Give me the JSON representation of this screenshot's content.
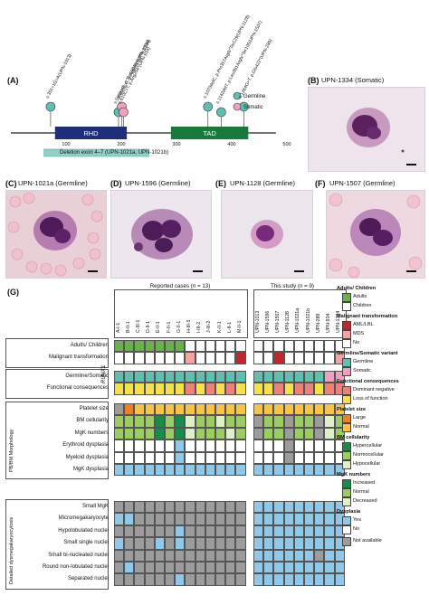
{
  "panels": {
    "A": "(A)",
    "B": "(B)",
    "C": "(C)",
    "D": "(D)",
    "E": "(E)",
    "F": "(F)",
    "G": "(G)"
  },
  "photo_titles": {
    "B": "UPN-1334 (Somatic)",
    "C": "UPN-1021a (Germline)",
    "D": "UPN-1596 (Germline)",
    "E": "UPN-1128 (Germline)",
    "F": "UPN-1507 (Germline)"
  },
  "domain_map": {
    "rhd_label": "RHD",
    "tad_label": "TAD",
    "axis_ticks": [
      100,
      200,
      300,
      400,
      500
    ],
    "deletion_label": "Deletion exon 4–7 (UPN-1021a, UPN-1021b)",
    "legend": [
      {
        "label": "Germline",
        "color": "#5fbfb0"
      },
      {
        "label": "Somatic",
        "color": "#f0a0bf"
      }
    ],
    "mutations": [
      {
        "text": "c.351+1G>A(UPN-1013)",
        "pos": 72,
        "type": "germline"
      },
      {
        "text": "c.586A>G, p.Thr196Ala(UPN-1596)",
        "pos": 195,
        "type": "germline"
      },
      {
        "text": "c.601C>T, p.Arg201*(UPN-1334)",
        "pos": 201,
        "type": "somatic"
      },
      {
        "text": "c.610C>T, p.Arg204*(UPN-934)",
        "pos": 204,
        "type": "somatic"
      },
      {
        "text": "c.1070delC, p.Pro357Argfs*Ter129(UPN-1128)",
        "pos": 357,
        "type": "germline"
      },
      {
        "text": "c.1142delT, p.Leu381Argfs*Ter105(UPN-1507)",
        "pos": 381,
        "type": "germline"
      },
      {
        "text": "c.1264G>T, p.Glu422*(UPN-289)",
        "pos": 422,
        "type": "germline"
      }
    ]
  },
  "heatmap": {
    "reported_header": "Reported cases (n = 13)",
    "study_header": "This study (n = 9)",
    "reported_cols": [
      "A-I-1",
      "B-II-1",
      "C-III-1",
      "D-II-1",
      "E-II-1",
      "F-II-1",
      "G-II-1",
      "H-III-3",
      "I-III-2",
      "J-III-2",
      "K-II-1",
      "L-II-1",
      "M-II-1"
    ],
    "study_cols": [
      "UPN-1013",
      "UPN-1596",
      "UPN-1507",
      "UPN-1128",
      "UPN-1021a",
      "UPN-1021b",
      "UPN-289",
      "UPN-934",
      "UPN-1334"
    ],
    "group_runx1": "RUNX1",
    "group_pbbm": "PB/BM Morphology",
    "group_dys": "Detailed dysmegakaryocytosis",
    "rows": [
      {
        "label": "Adults/ Children",
        "group": 1,
        "reported": [
          "AD",
          "AD",
          "AD",
          "AD",
          "AD",
          "AD",
          "AD",
          "CH",
          "CH",
          "CH",
          "CH",
          "CH",
          "CH"
        ],
        "study": [
          "CH",
          "CH",
          "CH",
          "CH",
          "CH",
          "CH",
          "CH",
          "CH",
          "CH"
        ]
      },
      {
        "label": "Malignant transformation",
        "group": 1,
        "reported": [
          "NO",
          "NO",
          "NO",
          "NO",
          "NO",
          "NO",
          "NO",
          "MD",
          "NO",
          "NO",
          "NO",
          "NO",
          "AM"
        ],
        "study": [
          "NO",
          "NO",
          "AM",
          "NO",
          "NO",
          "NO",
          "NO",
          "NO",
          "MD"
        ]
      },
      {
        "label": "Germline/Somatic",
        "group": 2,
        "reported": [
          "GL",
          "GL",
          "GL",
          "GL",
          "GL",
          "GL",
          "GL",
          "GL",
          "GL",
          "GL",
          "GL",
          "GL",
          "GL"
        ],
        "study": [
          "GL",
          "GL",
          "GL",
          "GL",
          "GL",
          "GL",
          "GL",
          "SO",
          "SO"
        ]
      },
      {
        "label": "Functional consequences",
        "group": 2,
        "reported": [
          "LF",
          "LF",
          "LF",
          "LF",
          "LF",
          "LF",
          "LF",
          "DN",
          "LF",
          "DN",
          "LF",
          "DN",
          "LF"
        ],
        "study": [
          "LF",
          "LF",
          "DN",
          "LF",
          "DN",
          "DN",
          "LF",
          "DN",
          "DN"
        ]
      },
      {
        "label": "Platelet size",
        "group": 3,
        "reported": [
          "NA",
          "LG",
          "NM",
          "NM",
          "NM",
          "NM",
          "NM",
          "NM",
          "NM",
          "NM",
          "NM",
          "NM",
          "NM"
        ],
        "study": [
          "NM",
          "NM",
          "NM",
          "NM",
          "NM",
          "NM",
          "NM",
          "NM",
          "NM"
        ]
      },
      {
        "label": "BM cellularity",
        "group": 3,
        "reported": [
          "NR",
          "NR",
          "NR",
          "NR",
          "HY",
          "NR",
          "HY",
          "HO",
          "NR",
          "NR",
          "HO",
          "NR",
          "NR"
        ],
        "study": [
          "NA",
          "NR",
          "NR",
          "NA",
          "NR",
          "NR",
          "NA",
          "HO",
          "NR"
        ]
      },
      {
        "label": "MgK numbers",
        "group": 3,
        "reported": [
          "NR",
          "NR",
          "NR",
          "NR",
          "IN",
          "NR",
          "IN",
          "DE",
          "NR",
          "NR",
          "NR",
          "DE",
          "NR"
        ],
        "study": [
          "NA",
          "NR",
          "NR",
          "NA",
          "NR",
          "NR",
          "NA",
          "DE",
          "NR"
        ]
      },
      {
        "label": "Erythroid dysplasia",
        "group": 3,
        "reported": [
          "NO",
          "NO",
          "NO",
          "NO",
          "NO",
          "NO",
          "YE",
          "NO",
          "NO",
          "NO",
          "NO",
          "NO",
          "NO"
        ],
        "study": [
          "NO",
          "NO",
          "NO",
          "NA",
          "NO",
          "NO",
          "NO",
          "NO",
          "NO"
        ]
      },
      {
        "label": "Myeloid dysplasia",
        "group": 3,
        "reported": [
          "NO",
          "NO",
          "NO",
          "NO",
          "NO",
          "NO",
          "YE",
          "NO",
          "NO",
          "NO",
          "NO",
          "NO",
          "NO"
        ],
        "study": [
          "NO",
          "NO",
          "NO",
          "NA",
          "NO",
          "NO",
          "NO",
          "NO",
          "NO"
        ]
      },
      {
        "label": "MgK dysplasia",
        "group": 3,
        "reported": [
          "YE",
          "YE",
          "YE",
          "YE",
          "YE",
          "YE",
          "YE",
          "YE",
          "YE",
          "YE",
          "YE",
          "YE",
          "YE"
        ],
        "study": [
          "YE",
          "YE",
          "YE",
          "YE",
          "YE",
          "YE",
          "YE",
          "YE",
          "YE"
        ]
      },
      {
        "label": "Small MgK",
        "group": 4,
        "reported": [
          "NA",
          "NA",
          "NA",
          "NA",
          "NA",
          "NA",
          "NA",
          "NA",
          "NA",
          "NA",
          "NA",
          "NA",
          "NA"
        ],
        "study": [
          "YE",
          "YE",
          "YE",
          "YE",
          "YE",
          "YE",
          "YE",
          "YE",
          "YE"
        ]
      },
      {
        "label": "Micromegakaryocyte",
        "group": 4,
        "reported": [
          "YE",
          "YE",
          "NA",
          "NA",
          "NA",
          "NA",
          "NA",
          "NA",
          "NA",
          "NA",
          "NA",
          "NA",
          "NA"
        ],
        "study": [
          "YE",
          "YE",
          "YE",
          "YE",
          "YE",
          "YE",
          "YE",
          "YE",
          "YE"
        ]
      },
      {
        "label": "Hypolobulated nuclei",
        "group": 4,
        "reported": [
          "NA",
          "NA",
          "NA",
          "NA",
          "NA",
          "NA",
          "YE",
          "NA",
          "NA",
          "NA",
          "NA",
          "NA",
          "NA"
        ],
        "study": [
          "YE",
          "YE",
          "YE",
          "YE",
          "YE",
          "YE",
          "YE",
          "YE",
          "YE"
        ]
      },
      {
        "label": "Small single nuclei",
        "group": 4,
        "reported": [
          "YE",
          "NA",
          "NA",
          "NA",
          "YE",
          "NA",
          "YE",
          "NA",
          "NA",
          "NA",
          "NA",
          "NA",
          "NA"
        ],
        "study": [
          "YE",
          "YE",
          "YE",
          "YE",
          "YE",
          "YE",
          "YE",
          "YE",
          "YE"
        ]
      },
      {
        "label": "Small bi-nucleated nuclei",
        "group": 4,
        "reported": [
          "NA",
          "NA",
          "NA",
          "NA",
          "NA",
          "NA",
          "NA",
          "NA",
          "NA",
          "NA",
          "NA",
          "NA",
          "NA"
        ],
        "study": [
          "YE",
          "YE",
          "YE",
          "YE",
          "YE",
          "YE",
          "NA",
          "YE",
          "YE"
        ]
      },
      {
        "label": "Round non-lobulated nuclei",
        "group": 4,
        "reported": [
          "NA",
          "YE",
          "NA",
          "NA",
          "NA",
          "NA",
          "NA",
          "NA",
          "NA",
          "NA",
          "NA",
          "NA",
          "NA"
        ],
        "study": [
          "YE",
          "YE",
          "YE",
          "YE",
          "YE",
          "YE",
          "YE",
          "YE",
          "YE"
        ]
      },
      {
        "label": "Separated nuclei",
        "group": 4,
        "reported": [
          "NA",
          "NA",
          "NA",
          "NA",
          "NA",
          "NA",
          "YE",
          "NA",
          "NA",
          "NA",
          "NA",
          "NA",
          "NA"
        ],
        "study": [
          "YE",
          "YE",
          "YE",
          "YE",
          "YE",
          "YE",
          "YE",
          "YE",
          "YE"
        ]
      }
    ],
    "codes": {
      "AD": "#6ab04c",
      "CH": "#ffffff",
      "AM": "#c0272d",
      "MD": "#f4a3a0",
      "NO": "#ffffff",
      "GL": "#5fbfb0",
      "SO": "#f0a0bf",
      "DN": "#f0817a",
      "LF": "#f7e14b",
      "LG": "#f07f22",
      "NM": "#f9c443",
      "HY": "#198c4a",
      "NR": "#9bcd62",
      "HO": "#dff0c8",
      "IN": "#198c4a",
      "DE": "#dff0c8",
      "YE": "#8fc8e8",
      "NA": "#9c9c9c"
    }
  },
  "legend": {
    "groups": [
      {
        "title": "Adults/ Children",
        "items": [
          {
            "label": "Adults",
            "color": "#6ab04c"
          },
          {
            "label": "Children",
            "color": "#ffffff"
          }
        ]
      },
      {
        "title": "Malignant transformation",
        "items": [
          {
            "label": "AML/LBL",
            "color": "#c0272d"
          },
          {
            "label": "MDS",
            "color": "#f4a3a0"
          },
          {
            "label": "No",
            "color": "#ffffff"
          }
        ]
      },
      {
        "title": "Germline/Somatic variant",
        "items": [
          {
            "label": "Germline",
            "color": "#5fbfb0"
          },
          {
            "label": "Somatic",
            "color": "#f0a0bf"
          }
        ]
      },
      {
        "title": "Functional consequences",
        "items": [
          {
            "label": "Dominant negative",
            "color": "#f0817a"
          },
          {
            "label": "Loss of function",
            "color": "#f7e14b"
          }
        ]
      },
      {
        "title": "Platelet size",
        "items": [
          {
            "label": "Large",
            "color": "#f07f22"
          },
          {
            "label": "Normal",
            "color": "#f9c443"
          }
        ]
      },
      {
        "title": "BM cellularity",
        "items": [
          {
            "label": "Hypercellular",
            "color": "#198c4a"
          },
          {
            "label": "Normocellular",
            "color": "#9bcd62"
          },
          {
            "label": "Hypocellular",
            "color": "#dff0c8"
          }
        ]
      },
      {
        "title": "MgK numbers",
        "items": [
          {
            "label": "Increased",
            "color": "#198c4a"
          },
          {
            "label": "Normal",
            "color": "#9bcd62"
          },
          {
            "label": "Decreased",
            "color": "#dff0c8"
          }
        ]
      },
      {
        "title": "Dysplasia",
        "items": [
          {
            "label": "Yes",
            "color": "#8fc8e8"
          },
          {
            "label": "No",
            "color": "#ffffff"
          }
        ]
      },
      {
        "title": "",
        "items": [
          {
            "label": "Not available",
            "color": "#9c9c9c"
          }
        ]
      }
    ]
  }
}
